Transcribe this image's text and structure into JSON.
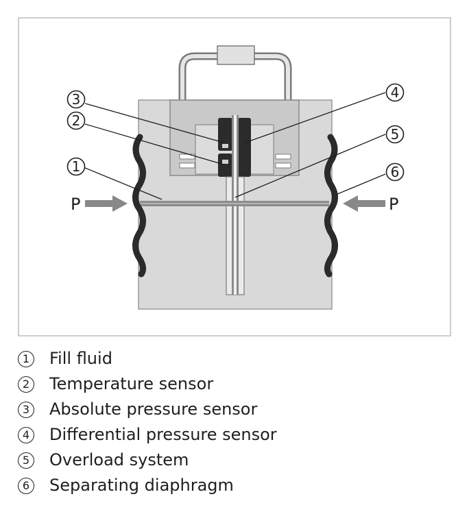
{
  "diagram": {
    "pressure_label": "P",
    "callouts": [
      "1",
      "2",
      "3",
      "4",
      "5",
      "6"
    ]
  },
  "legend": [
    {
      "marker": "1",
      "text": "Fill fluid"
    },
    {
      "marker": "2",
      "text": "Temperature sensor"
    },
    {
      "marker": "3",
      "text": "Absolute pressure sensor"
    },
    {
      "marker": "4",
      "text": "Differential pressure sensor"
    },
    {
      "marker": "5",
      "text": "Overload system"
    },
    {
      "marker": "6",
      "text": "Separating diaphragm"
    }
  ],
  "colors": {
    "body": "#d8d8d8",
    "frame": "#bcbcbc",
    "dark": "#2b2b2b",
    "channel": "#8c8c8c",
    "ink": "#1e1e1e"
  }
}
